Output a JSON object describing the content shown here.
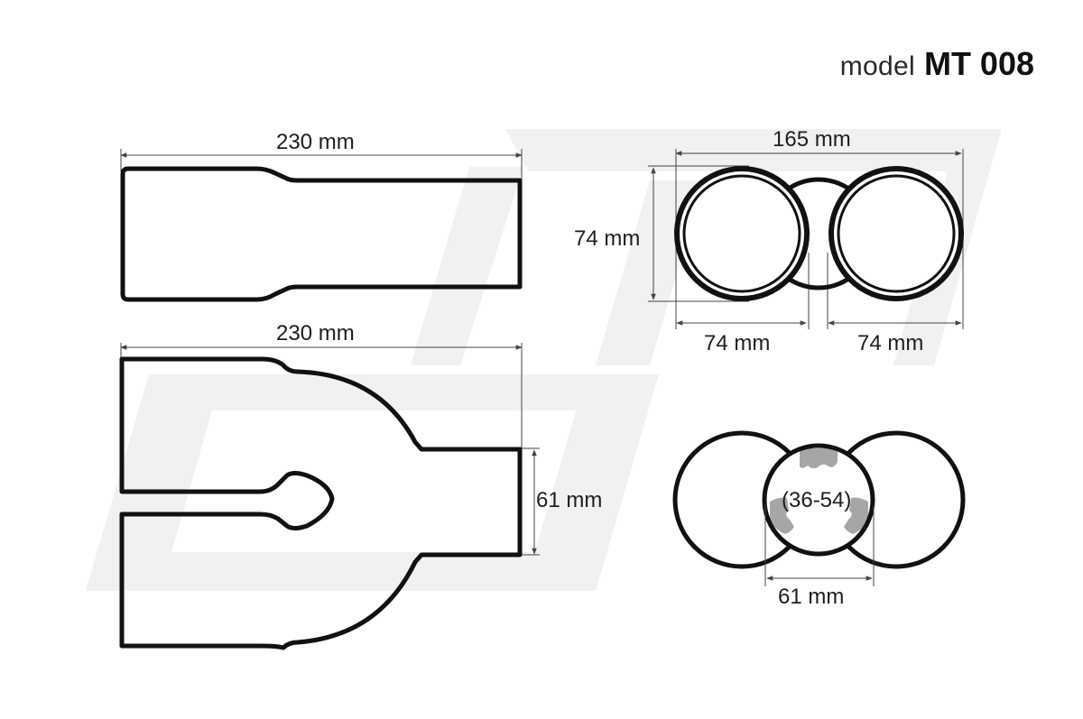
{
  "header": {
    "prefix": "model",
    "model_code": "MT 008"
  },
  "colors": {
    "outline": "#111111",
    "dimension_line": "#444444",
    "watermark": "#f1f1f3",
    "clamp_fill": "#a6a6a6",
    "background": "#ffffff"
  },
  "views": {
    "side_single": {
      "length_label": "230 mm"
    },
    "front_dual": {
      "total_width_label": "165 mm",
      "height_label": "74 mm",
      "left_outlet_label": "74 mm",
      "right_outlet_label": "74 mm"
    },
    "top_split": {
      "length_label": "230 mm",
      "inlet_label": "61 mm"
    },
    "rear_inlet": {
      "clamp_range_label": "(36-54)",
      "inlet_label": "61 mm"
    }
  }
}
